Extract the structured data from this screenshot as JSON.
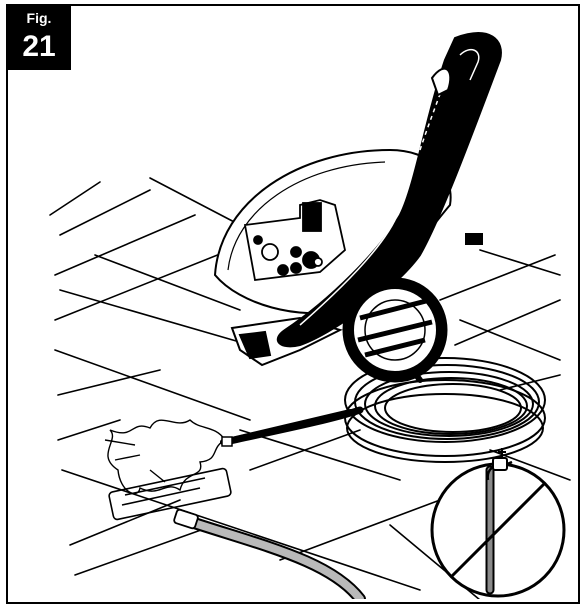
{
  "figure": {
    "label": "Fig.",
    "number": "21"
  },
  "illustration": {
    "subject": "pressure-washer-illustration",
    "prohibition_symbol": "no-hot-water-faucet-icon"
  },
  "colors": {
    "ink": "#000000",
    "paper": "#ffffff",
    "hose_gray": "#b9b9b9"
  }
}
